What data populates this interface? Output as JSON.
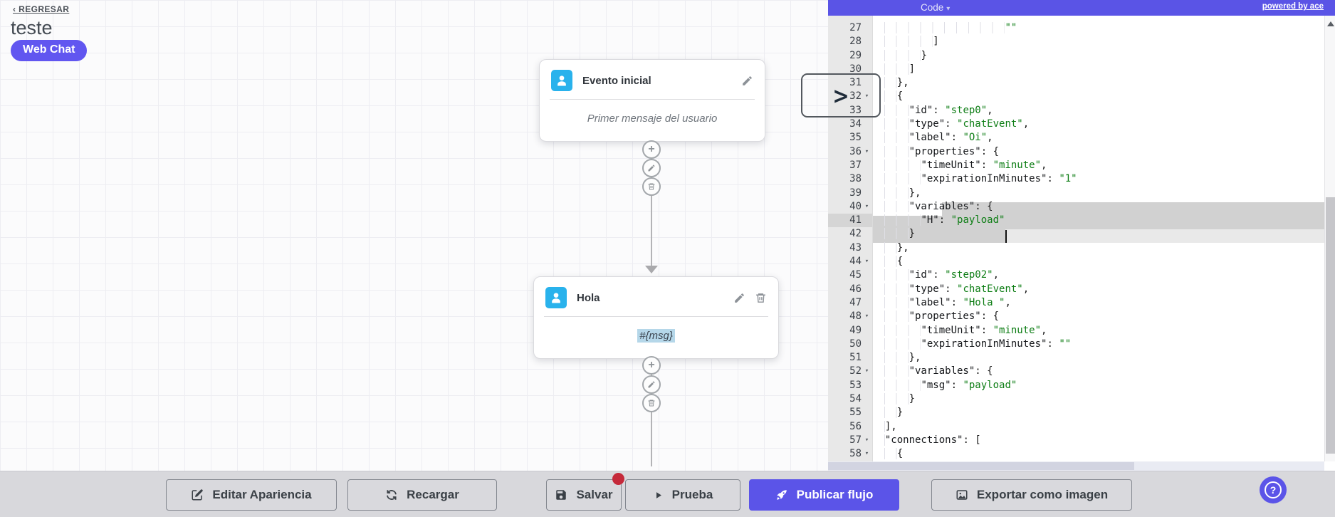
{
  "colors": {
    "accent_purple": "#5b54e8",
    "pill_purple": "#6156f0",
    "node_icon_blue": "#29b2ec",
    "string_green": "#0d7d14",
    "selection_gray": "#d1d1d1",
    "unsaved_dot_red": "#c5293a"
  },
  "flow_header": {
    "back_label": "‹ REGRESAR",
    "title": "teste",
    "channel_badge": "Web Chat"
  },
  "nodes": [
    {
      "title": "Evento inicial",
      "body": "Primer mensaje del usuario",
      "icon": "user-icon",
      "actions": [
        "edit"
      ]
    },
    {
      "title": "Hola",
      "body": "#{msg}",
      "icon": "user-icon",
      "actions": [
        "edit",
        "delete"
      ]
    }
  ],
  "connector_actions": [
    "plus-icon",
    "pencil-icon",
    "trash-icon"
  ],
  "code_panel": {
    "mode_label": "Code",
    "mode_caret": "▾",
    "powered_by": "powered by ace",
    "collapse_chevron": ">",
    "active_line": 41,
    "cursor": {
      "line": 41,
      "col": 22
    },
    "selection": {
      "from_line": 39,
      "from_col": 4,
      "to_line": 41,
      "to_col": 22
    },
    "lines": [
      {
        "n": 27,
        "text": "                      \"\"",
        "fold": false
      },
      {
        "n": 28,
        "text": "          ]",
        "fold": false
      },
      {
        "n": 29,
        "text": "        }",
        "fold": false
      },
      {
        "n": 30,
        "text": "      ]",
        "fold": false
      },
      {
        "n": 31,
        "text": "    },",
        "fold": false
      },
      {
        "n": 32,
        "text": "    {",
        "fold": true
      },
      {
        "n": 33,
        "text": "      \"id\": \"step0\",",
        "fold": false
      },
      {
        "n": 34,
        "text": "      \"type\": \"chatEvent\",",
        "fold": false
      },
      {
        "n": 35,
        "text": "      \"label\": \"Oi\",",
        "fold": false
      },
      {
        "n": 36,
        "text": "      \"properties\": {",
        "fold": true
      },
      {
        "n": 37,
        "text": "        \"timeUnit\": \"minute\",",
        "fold": false
      },
      {
        "n": 38,
        "text": "        \"expirationInMinutes\": \"1\"",
        "fold": false
      },
      {
        "n": 39,
        "text": "      },",
        "fold": false
      },
      {
        "n": 40,
        "text": "      \"variables\": {",
        "fold": true
      },
      {
        "n": 41,
        "text": "        \"H\": \"payload\"",
        "fold": false
      },
      {
        "n": 42,
        "text": "      }",
        "fold": false
      },
      {
        "n": 43,
        "text": "    },",
        "fold": false
      },
      {
        "n": 44,
        "text": "    {",
        "fold": true
      },
      {
        "n": 45,
        "text": "      \"id\": \"step02\",",
        "fold": false
      },
      {
        "n": 46,
        "text": "      \"type\": \"chatEvent\",",
        "fold": false
      },
      {
        "n": 47,
        "text": "      \"label\": \"Hola \",",
        "fold": false
      },
      {
        "n": 48,
        "text": "      \"properties\": {",
        "fold": true
      },
      {
        "n": 49,
        "text": "        \"timeUnit\": \"minute\",",
        "fold": false
      },
      {
        "n": 50,
        "text": "        \"expirationInMinutes\": \"\"",
        "fold": false
      },
      {
        "n": 51,
        "text": "      },",
        "fold": false
      },
      {
        "n": 52,
        "text": "      \"variables\": {",
        "fold": true
      },
      {
        "n": 53,
        "text": "        \"msg\": \"payload\"",
        "fold": false
      },
      {
        "n": 54,
        "text": "      }",
        "fold": false
      },
      {
        "n": 55,
        "text": "    }",
        "fold": false
      },
      {
        "n": 56,
        "text": "  ],",
        "fold": false
      },
      {
        "n": 57,
        "text": "  \"connections\": [",
        "fold": true
      },
      {
        "n": 58,
        "text": "    {",
        "fold": true
      }
    ]
  },
  "toolbar": {
    "buttons": [
      {
        "label": "Editar Apariencia",
        "icon": "edit-square-icon"
      },
      {
        "label": "Recargar",
        "icon": "refresh-icon"
      },
      {
        "label": "Salvar",
        "icon": "save-icon",
        "unsaved_badge": true
      },
      {
        "label": "Prueba",
        "icon": "play-icon"
      },
      {
        "label": "Publicar flujo",
        "icon": "rocket-icon",
        "primary": true
      },
      {
        "label": "Exportar como imagen",
        "icon": "image-icon"
      }
    ]
  },
  "help_button_label": "?"
}
